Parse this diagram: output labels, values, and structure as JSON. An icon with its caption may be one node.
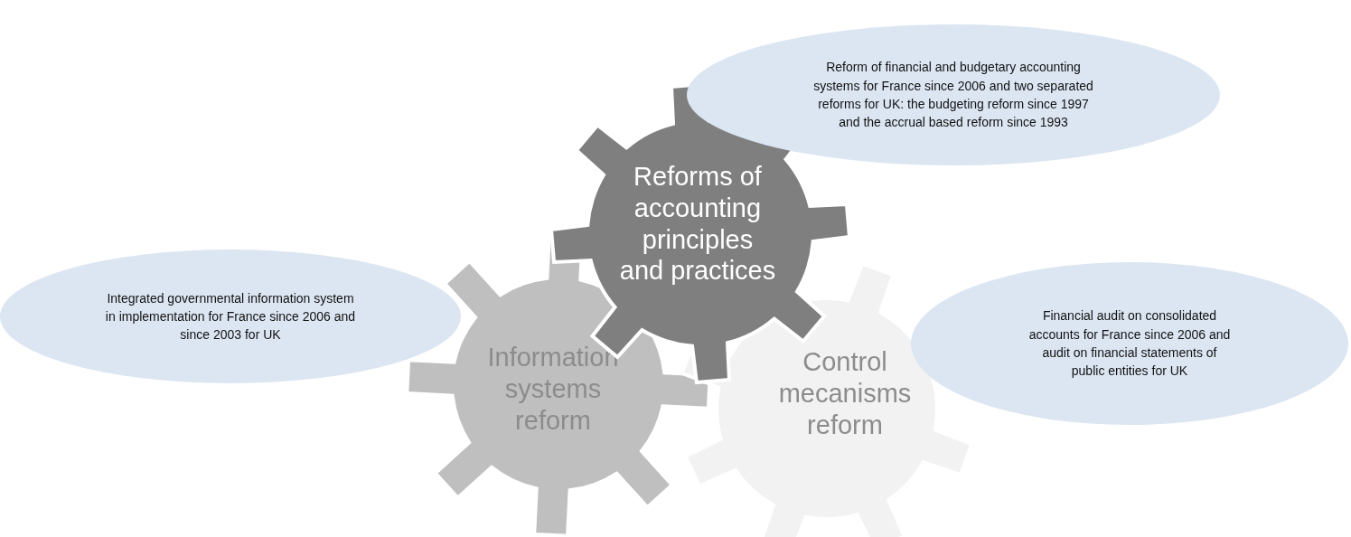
{
  "diagram": {
    "nodes": [
      {
        "text": [
          "Reform of financial and budgetary accounting systems for France since 2006 and two separated reforms for UK: the budgeting reform since 1997 and the accrual based reform since 1993"
        ]
      },
      {
        "text": [
          "Reforms of accounting principles and practices"
        ]
      },
      {
        "text": [
          "Integrated governmental information system in implementation for France since 2006 and since 2003 for UK"
        ]
      },
      {
        "text": [
          "Information systems reform"
        ]
      },
      {
        "text": [
          "Control mecanisms reform"
        ]
      },
      {
        "text": [
          "Financial audit on consolidated accounts for France since 2006 and audit on financial statements of public entities for UK"
        ]
      }
    ]
  }
}
